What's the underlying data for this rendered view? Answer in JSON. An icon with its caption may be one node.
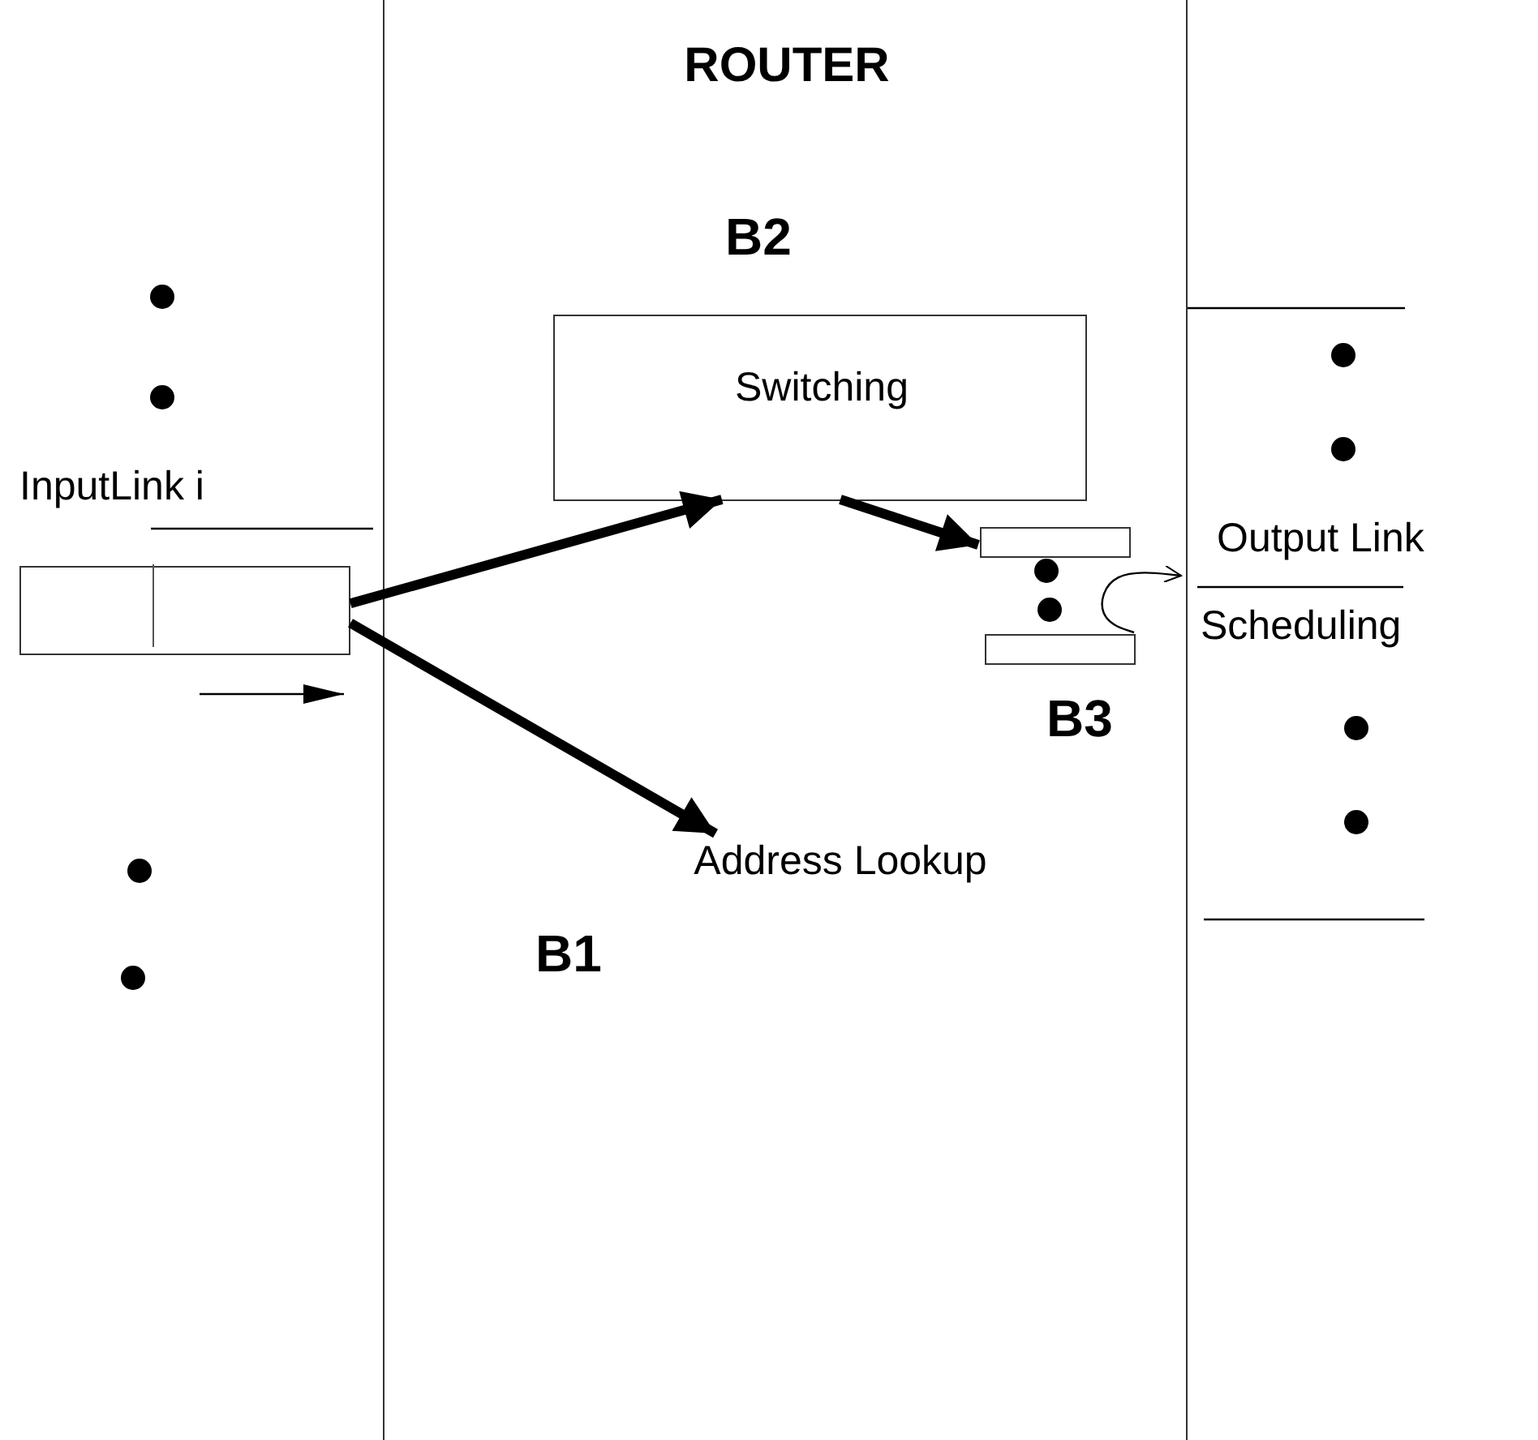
{
  "diagram": {
    "nodes": [
      {
        "text": [
          "ROUTER"
        ]
      },
      {
        "text": [],
        "shape": "box"
      },
      {
        "text": [
          "Switching"
        ],
        "in": 0
      },
      {
        "text": [
          "Address Lookup"
        ],
        "in": 0
      },
      {
        "text": [],
        "shape": "bar",
        "in": 0
      },
      {
        "text": [],
        "shape": "bar",
        "in": 0
      }
    ],
    "edges": [
      {
        "from": 1,
        "to": 2,
        "arrow": "to"
      },
      {
        "from": 1,
        "to": 3,
        "arrow": "to"
      },
      {
        "from": 2,
        "to": 4,
        "arrow": "to"
      },
      {
        "from": 5,
        "to": null,
        "arrow": "to"
      }
    ],
    "labels": [
      "B2",
      "InputLink i",
      "Output Link",
      "Scheduling",
      "B3",
      "B1"
    ]
  }
}
